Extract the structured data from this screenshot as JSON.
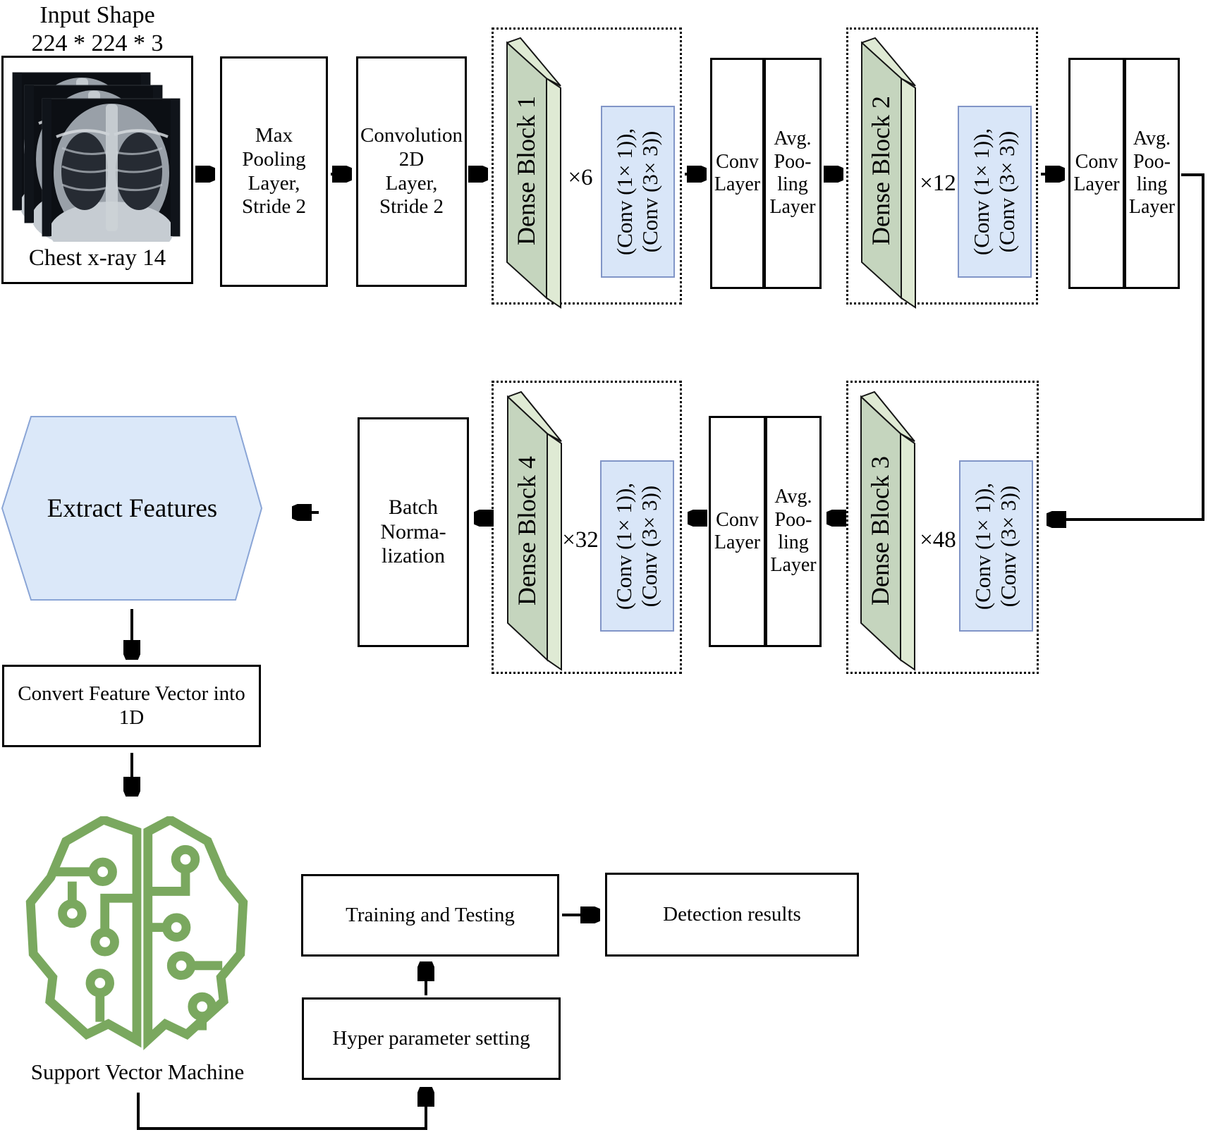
{
  "title": {
    "line1": "Input Shape",
    "line2": "224 * 224 * 3"
  },
  "input": {
    "caption": "Chest x-ray 14"
  },
  "row1": {
    "max_pooling": "Max\nPooling\nLayer,\nStride 2",
    "convolution": "Convolution\n2D\nLayer,\nStride 2"
  },
  "transition": {
    "conv": "Conv\nLayer",
    "avg": "Avg.\nPoo-\nling\nLayer"
  },
  "dense_blocks": [
    {
      "label": "Dense Block 1",
      "multiplier": "×6",
      "convs": "(Conv (1× 1)),\n(Conv (3× 3))"
    },
    {
      "label": "Dense Block 2",
      "multiplier": "×12",
      "convs": "(Conv (1× 1)),\n(Conv (3× 3))"
    },
    {
      "label": "Dense Block 3",
      "multiplier": "×48",
      "convs": "(Conv (1× 1)),\n(Conv (3× 3))"
    },
    {
      "label": "Dense Block 4",
      "multiplier": "×32",
      "convs": "(Conv (1× 1)),\n(Conv (3× 3))"
    }
  ],
  "row2": {
    "batch_norm": "Batch\nNorma-\nlization",
    "extract_features": "Extract Features"
  },
  "bottom": {
    "convert_1d": "Convert Feature Vector into\n1D",
    "svm_label": "Support Vector Machine",
    "training": "Training and Testing",
    "detection": "Detection results",
    "hyper": "Hyper parameter setting"
  },
  "colors": {
    "dense-front": "#c5d5be",
    "dense-side": "#dfead4",
    "conv-fill": "#d9e6f8",
    "conv-border": "#8195c7",
    "hex-fill": "#dbe8f9",
    "hex-border": "#8aa5d6",
    "brain-green": "#7aa85f"
  }
}
